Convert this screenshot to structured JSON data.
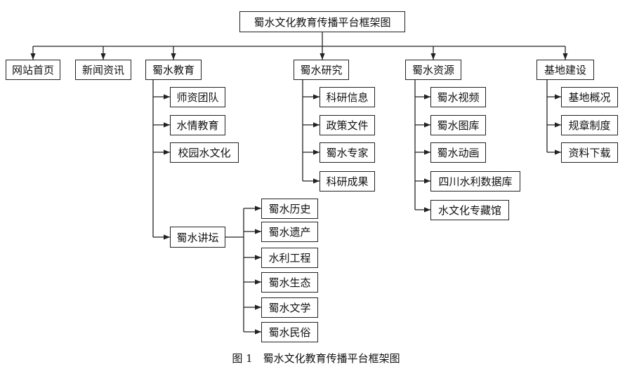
{
  "root": "蜀水文化教育传播平台框架图",
  "sections": [
    {
      "label": "网站首页",
      "children": []
    },
    {
      "label": "新闻资讯",
      "children": []
    },
    {
      "label": "蜀水教育",
      "children": [
        "师资团队",
        "水情教育",
        "校园水文化",
        "蜀水讲坛"
      ]
    },
    {
      "label": "蜀水研究",
      "children": [
        "科研信息",
        "政策文件",
        "蜀水专家",
        "科研成果"
      ]
    },
    {
      "label": "蜀水资源",
      "children": [
        "蜀水视频",
        "蜀水图库",
        "蜀水动画",
        "四川水利数据库",
        "水文化专藏馆"
      ]
    },
    {
      "label": "基地建设",
      "children": [
        "基地概况",
        "规章制度",
        "资料下载"
      ]
    }
  ],
  "forum": {
    "parent": "蜀水讲坛",
    "children": [
      "蜀水历史",
      "蜀水遗产",
      "水利工程",
      "蜀水生态",
      "蜀水文学",
      "蜀水民俗"
    ]
  },
  "caption": "图 1　蜀水文化教育传播平台框架图"
}
